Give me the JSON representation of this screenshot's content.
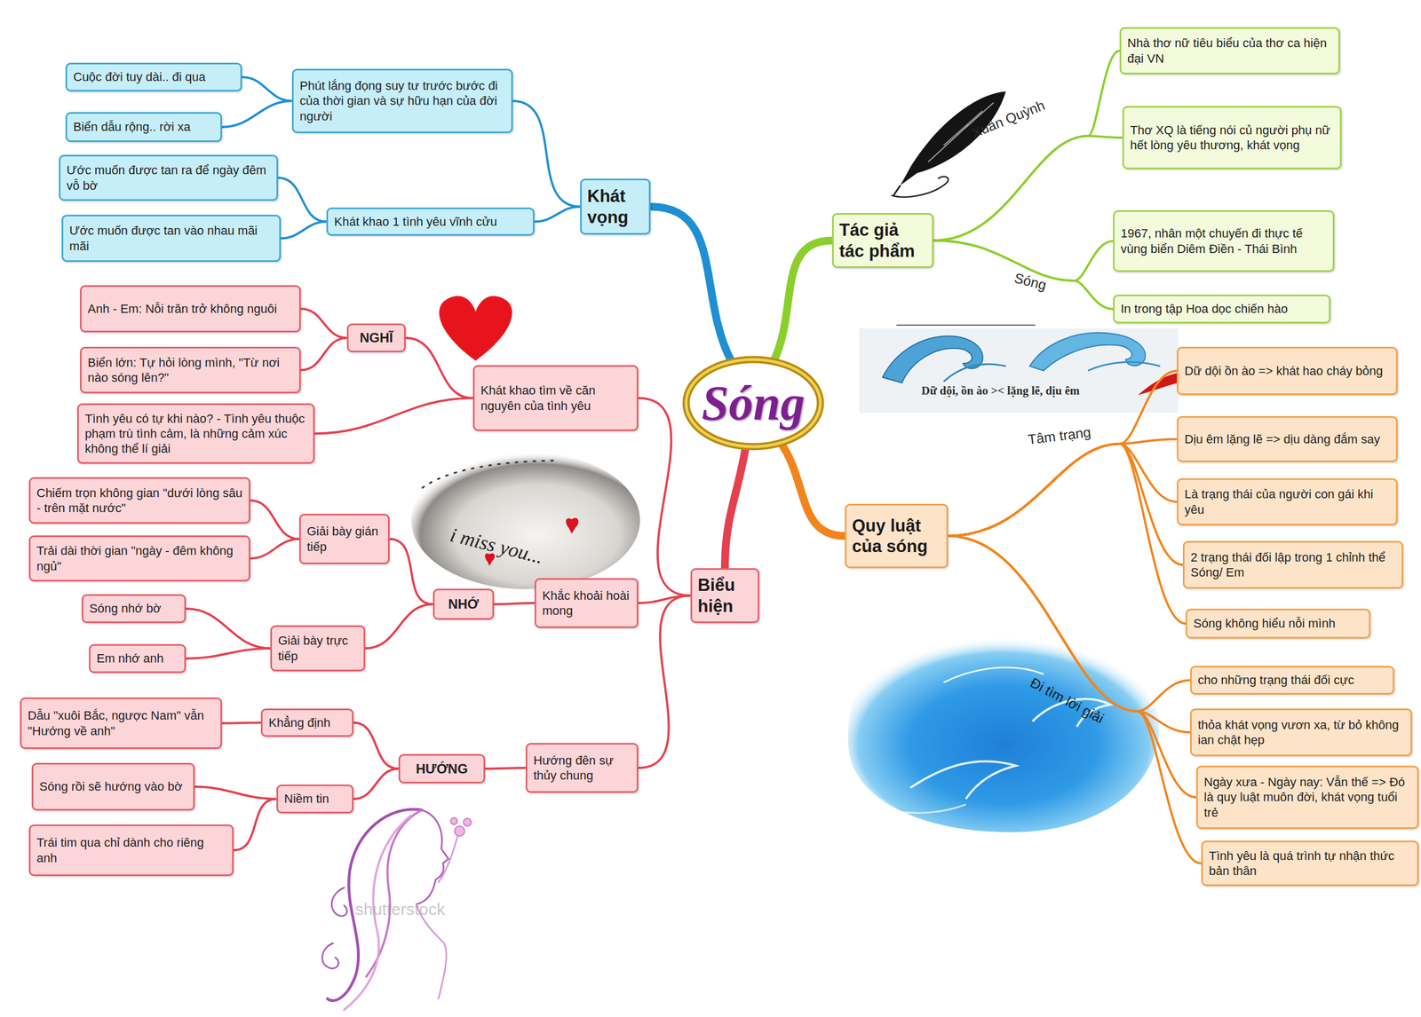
{
  "diagram": {
    "nodes": [
      {
        "text": [
          "Sóng"
        ]
      },
      {
        "text": [
          "Khát vọng"
        ]
      },
      {
        "text": [
          "Phút lắng đọng suy tư trước bước đi của thời gian và sự hữu hạn của đời người"
        ]
      },
      {
        "text": [
          "Cuộc đời tuy dài.. đi qua"
        ]
      },
      {
        "text": [
          "Biển dẫu rộng.. rời xa"
        ]
      },
      {
        "text": [
          "Khát khao 1 tình yêu vĩnh cửu"
        ]
      },
      {
        "text": [
          "Ước muốn được tan ra để ngày đêm vỗ bờ"
        ]
      },
      {
        "text": [
          "Ước muốn được tan vào nhau mãi mãi"
        ]
      },
      {
        "text": [
          "Biểu hiện"
        ]
      },
      {
        "text": [
          "Khát khao tìm về căn nguyên của tình yêu"
        ]
      },
      {
        "text": [
          "NGHĨ"
        ]
      },
      {
        "text": [
          "Anh - Em: Nỗi trăn trở không nguôi"
        ]
      },
      {
        "text": [
          "Biển lớn: Tự hỏi lòng mình, \"Từ nơi nào sóng lên?\""
        ]
      },
      {
        "text": [
          "Tình yêu có tự khi nào? - Tình yêu thuộc phạm trù tình cảm, là những cảm xúc không thể lí giải"
        ]
      },
      {
        "text": [
          "Khắc khoải hoài mong"
        ]
      },
      {
        "text": [
          "NHỚ"
        ]
      },
      {
        "text": [
          "Giải bày gián tiếp"
        ]
      },
      {
        "text": [
          "Chiếm trọn không gian \"dưới lòng sâu - trên mặt nước\""
        ]
      },
      {
        "text": [
          "Trải dài thời gian \"ngày - đêm không ngủ\""
        ]
      },
      {
        "text": [
          "Giải bày trực tiếp"
        ]
      },
      {
        "text": [
          "Sóng nhớ bờ"
        ]
      },
      {
        "text": [
          "Em nhớ anh"
        ]
      },
      {
        "text": [
          "Hướng đên sự thủy chung"
        ]
      },
      {
        "text": [
          "HƯỚNG"
        ]
      },
      {
        "text": [
          "Khẳng định"
        ]
      },
      {
        "text": [
          "Dẫu \"xuôi Bắc, ngược Nam\" vẫn \"Hướng về anh\""
        ]
      },
      {
        "text": [
          "Niềm tin"
        ]
      },
      {
        "text": [
          "Sóng rồi sẽ hướng vào bờ"
        ]
      },
      {
        "text": [
          "Trái tim qua chỉ dành cho riêng anh"
        ]
      },
      {
        "text": [
          "Tác giả tác phẩm"
        ]
      },
      {
        "text": [
          "Nhà thơ nữ tiêu biểu của thơ ca hiện đại VN"
        ]
      },
      {
        "text": [
          "Thơ XQ là tiếng nói củ người phụ nữ hết lòng yêu thương, khát vọng"
        ]
      },
      {
        "text": [
          "1967, nhân một chuyến đi thực tế vùng biển Diêm Điền - Thái Bình"
        ]
      },
      {
        "text": [
          "In trong tập Hoa dọc chiến hào"
        ]
      },
      {
        "text": [
          "Quy luật của sóng"
        ]
      },
      {
        "text": [
          "Dữ dội ồn ào => khát hao cháy bỏng"
        ]
      },
      {
        "text": [
          "Dịu êm lặng lẽ => dịu dàng đắm say"
        ]
      },
      {
        "text": [
          "Là trạng thái của người con gái khi yêu"
        ]
      },
      {
        "text": [
          "2 trạng thái đối lập trong 1 chỉnh thể Sóng/ Em"
        ]
      },
      {
        "text": [
          "Sóng không hiểu nỗi mình"
        ]
      },
      {
        "text": [
          "cho những trạng thái đối cực"
        ]
      },
      {
        "text": [
          "thỏa khát vọng vươn xa, từ bỏ không ian chật hẹp"
        ]
      },
      {
        "text": [
          "Ngày xưa - Ngày nay: Vẫn thế => Đó là quy luật muôn đời, khát vọng tuổi trẻ"
        ]
      },
      {
        "text": [
          "Tình yêu là quá trình tự nhận thức bản thân"
        ]
      }
    ],
    "edges": [
      {
        "from": 0,
        "to": 1,
        "arrow": "none"
      },
      {
        "from": 1,
        "to": 2,
        "arrow": "none"
      },
      {
        "from": 2,
        "to": 3,
        "arrow": "none"
      },
      {
        "from": 2,
        "to": 4,
        "arrow": "none"
      },
      {
        "from": 1,
        "to": 5,
        "arrow": "none"
      },
      {
        "from": 5,
        "to": 6,
        "arrow": "none"
      },
      {
        "from": 5,
        "to": 7,
        "arrow": "none"
      },
      {
        "from": 0,
        "to": 8,
        "arrow": "none"
      },
      {
        "from": 8,
        "to": 9,
        "arrow": "none"
      },
      {
        "from": 9,
        "to": 10,
        "arrow": "none"
      },
      {
        "from": 10,
        "to": 11,
        "arrow": "none"
      },
      {
        "from": 10,
        "to": 12,
        "arrow": "none"
      },
      {
        "from": 9,
        "to": 13,
        "arrow": "none"
      },
      {
        "from": 8,
        "to": 14,
        "arrow": "none"
      },
      {
        "from": 14,
        "to": 15,
        "arrow": "none"
      },
      {
        "from": 15,
        "to": 16,
        "arrow": "none"
      },
      {
        "from": 16,
        "to": 17,
        "arrow": "none"
      },
      {
        "from": 16,
        "to": 18,
        "arrow": "none"
      },
      {
        "from": 15,
        "to": 19,
        "arrow": "none"
      },
      {
        "from": 19,
        "to": 20,
        "arrow": "none"
      },
      {
        "from": 19,
        "to": 21,
        "arrow": "none"
      },
      {
        "from": 8,
        "to": 22,
        "arrow": "none"
      },
      {
        "from": 22,
        "to": 23,
        "arrow": "none"
      },
      {
        "from": 23,
        "to": 24,
        "arrow": "none"
      },
      {
        "from": 24,
        "to": 25,
        "arrow": "none"
      },
      {
        "from": 23,
        "to": 26,
        "arrow": "none"
      },
      {
        "from": 26,
        "to": 27,
        "arrow": "none"
      },
      {
        "from": 26,
        "to": 28,
        "arrow": "none"
      },
      {
        "from": 0,
        "to": 29,
        "arrow": "none"
      },
      {
        "from": 29,
        "to": 30,
        "arrow": "none"
      },
      {
        "from": 29,
        "to": 31,
        "arrow": "none"
      },
      {
        "from": 29,
        "to": 32,
        "arrow": "none"
      },
      {
        "from": 29,
        "to": 33,
        "arrow": "none"
      },
      {
        "from": 0,
        "to": 34,
        "arrow": "none"
      },
      {
        "from": 34,
        "to": 35,
        "arrow": "none"
      },
      {
        "from": 34,
        "to": 36,
        "arrow": "none"
      },
      {
        "from": 34,
        "to": 37,
        "arrow": "none"
      },
      {
        "from": 34,
        "to": 38,
        "arrow": "none"
      },
      {
        "from": 34,
        "to": 39,
        "arrow": "none"
      },
      {
        "from": 34,
        "to": 40,
        "arrow": "none"
      },
      {
        "from": 34,
        "to": 41,
        "arrow": "none"
      },
      {
        "from": 34,
        "to": 42,
        "arrow": "none"
      },
      {
        "from": 34,
        "to": 43,
        "arrow": "none"
      }
    ],
    "labels": [
      "Xuân Quỳnh",
      "Sóng",
      "Tâm trạng",
      "Đi tìm lời giải",
      "Dữ dội, ồn ào >< lặng lẽ, dịu êm",
      "i miss you...",
      "shutterstock"
    ]
  }
}
